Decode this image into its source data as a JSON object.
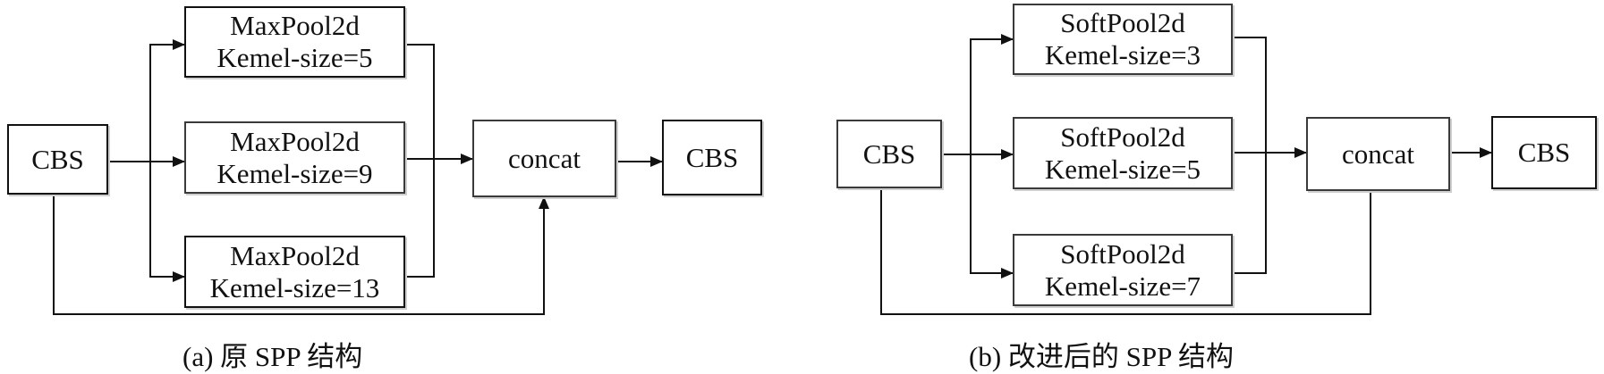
{
  "diagram_a": {
    "input": "CBS",
    "pools": [
      {
        "title": "MaxPool2d",
        "param": "Kemel-size=5"
      },
      {
        "title": "MaxPool2d",
        "param": "Kemel-size=9"
      },
      {
        "title": "MaxPool2d",
        "param": "Kemel-size=13"
      }
    ],
    "concat": "concat",
    "output": "CBS",
    "caption": "(a) 原 SPP 结构"
  },
  "diagram_b": {
    "input": "CBS",
    "pools": [
      {
        "title": "SoftPool2d",
        "param": "Kemel-size=3"
      },
      {
        "title": "SoftPool2d",
        "param": "Kemel-size=5"
      },
      {
        "title": "SoftPool2d",
        "param": "Kemel-size=7"
      }
    ],
    "concat": "concat",
    "output": "CBS",
    "caption": "(b) 改进后的 SPP 结构"
  }
}
